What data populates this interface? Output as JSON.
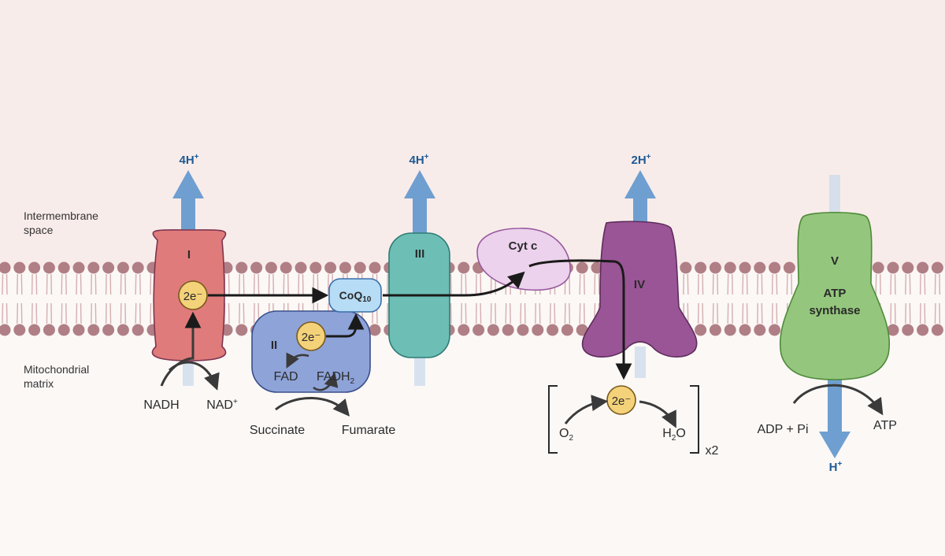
{
  "regions": {
    "intermembrane_line1": "Intermembrane",
    "intermembrane_line2": "space",
    "matrix_line1": "Mitochondrial",
    "matrix_line2": "matrix"
  },
  "complexes": {
    "c1": "I",
    "c2": "II",
    "c3": "III",
    "c4": "IV",
    "c5_roman": "V",
    "c5_line1": "ATP",
    "c5_line2": "synthase",
    "coq_base": "CoQ",
    "coq_sub": "10",
    "cytc": "Cyt c"
  },
  "electrons": {
    "e1": "2e⁻",
    "e2": "2e⁻",
    "e3": "2e⁻"
  },
  "protons": {
    "p1_base": "4H",
    "p1_sup": "+",
    "p3_base": "4H",
    "p3_sup": "+",
    "p4_base": "2H",
    "p4_sup": "+",
    "p5_base": "H",
    "p5_sup": "+"
  },
  "substrates": {
    "nadh": "NADH",
    "nad_base": "NAD",
    "nad_sup": "+",
    "fad": "FAD",
    "fadh_base": "FADH",
    "fadh_sub": "2",
    "succinate": "Succinate",
    "fumarate": "Fumarate",
    "o2_base": "O",
    "o2_sub": "2",
    "h2o_h": "H",
    "h2o_sub": "2",
    "h2o_o": "O",
    "multiplier": "x2",
    "adp": "ADP + Pi",
    "atp": "ATP"
  },
  "colors": {
    "complex_I": "#e07b7b",
    "complex_II": "#8ea3d8",
    "complex_III": "#6dbfb6",
    "complex_IV": "#9a5596",
    "complex_V": "#94c77d",
    "coq": "#b7dcf5",
    "cyt_c": "#ecd2ec",
    "electron": "#f4d27a",
    "proton_arrow": "#6f9fd0",
    "membrane_head": "#b07f85"
  }
}
